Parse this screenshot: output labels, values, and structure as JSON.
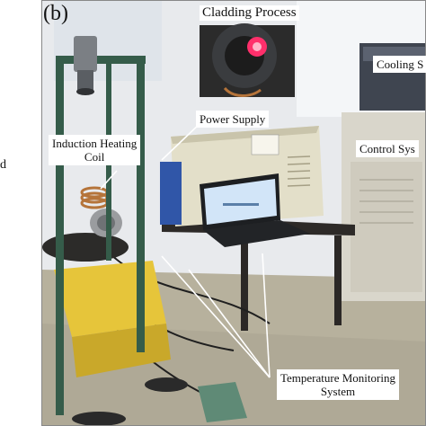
{
  "figure": {
    "panel_label": "(b)",
    "left_edge_text": "d",
    "labels": {
      "cladding_process": "Cladding Process",
      "cooling": "Cooling S",
      "power_supply": "Power Supply",
      "control_system": "Control Sys",
      "induction_heating_coil_line1": "Induction Heating",
      "induction_heating_coil_line2": "Coil",
      "temperature_monitoring_line1": "Temperature Monitoring",
      "temperature_monitoring_line2": "System"
    }
  },
  "colors": {
    "laboratory_floor": "#b9b39f",
    "wall": "#e9ecef",
    "cabinet": "#d8d4c8",
    "power_supply_body": "#e0dcc6",
    "positioner_yellow": "#e7c63c",
    "stand_green": "#385f4c",
    "hot_spot_red": "#ff3366",
    "laptop_screen": "#cfe6ff",
    "annotation_line": "#ffffff"
  }
}
